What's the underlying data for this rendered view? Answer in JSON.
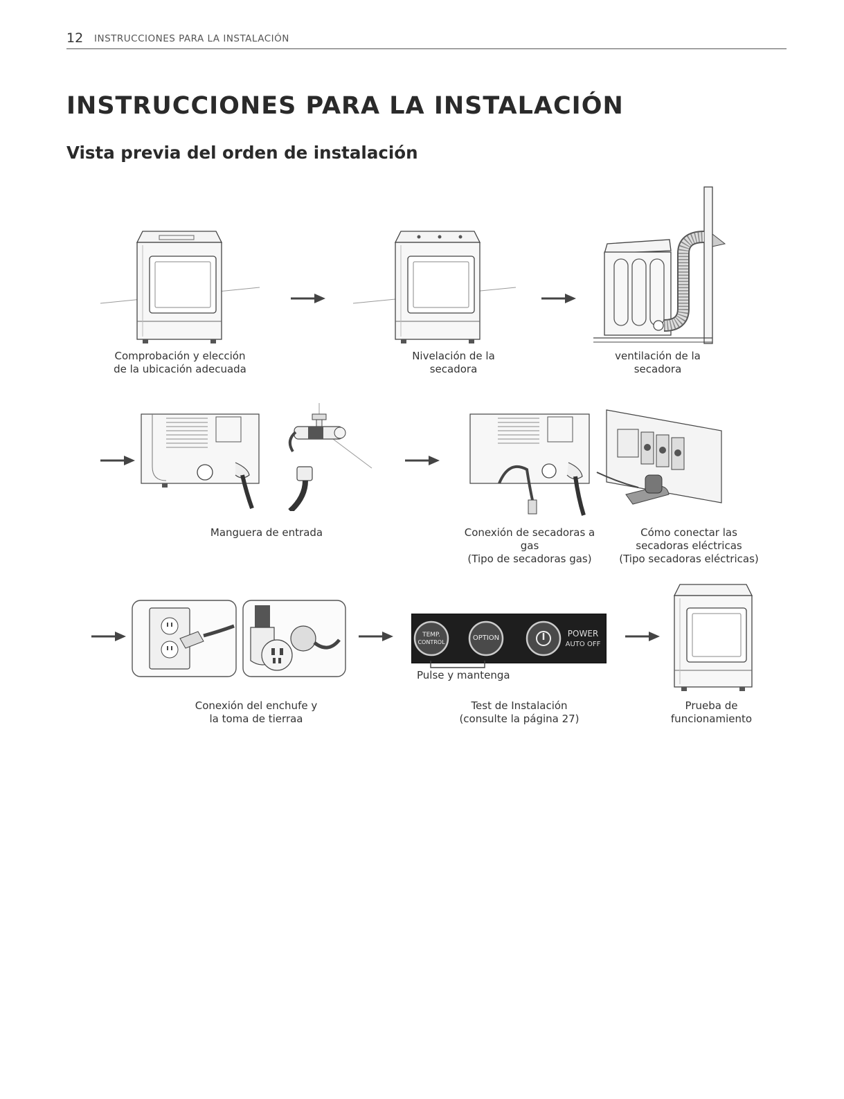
{
  "header": {
    "page_number": "12",
    "running_title": "INSTRUCCIONES PARA LA INSTALACIÓN"
  },
  "title": "INSTRUCCIONES PARA LA INSTALACIÓN",
  "subtitle": "Vista previa del orden de instalación",
  "steps": {
    "location": {
      "line1": "Comprobación y elección",
      "line2": "de la ubicación adecuada"
    },
    "leveling": {
      "line1": "Nivelación de la",
      "line2": "secadora"
    },
    "venting": {
      "line1": "ventilación de la",
      "line2": "secadora"
    },
    "inlet_hose": {
      "line1": "Manguera de entrada"
    },
    "gas": {
      "line1": "Conexión de secadoras a",
      "line2": "gas",
      "line3": "(Tipo de secadoras gas)"
    },
    "electric": {
      "line1": "Cómo conectar las",
      "line2": "secadoras eléctricas",
      "line3": "(Tipo secadoras eléctricas)"
    },
    "plug": {
      "line1": "Conexión del enchufe y",
      "line2": "la toma de tierraa"
    },
    "test": {
      "press_hold": "Pulse y mantenga",
      "line1": "Test de Instalación",
      "line2": "(consulte la página 27)"
    },
    "operation": {
      "line1": "Prueba de",
      "line2": "funcionamiento"
    }
  },
  "control_panel": {
    "temp_line1": "TEMP.",
    "temp_line2": "CONTROL",
    "option": "OPTION",
    "power_line1": "POWER",
    "power_line2": "AUTO OFF"
  }
}
